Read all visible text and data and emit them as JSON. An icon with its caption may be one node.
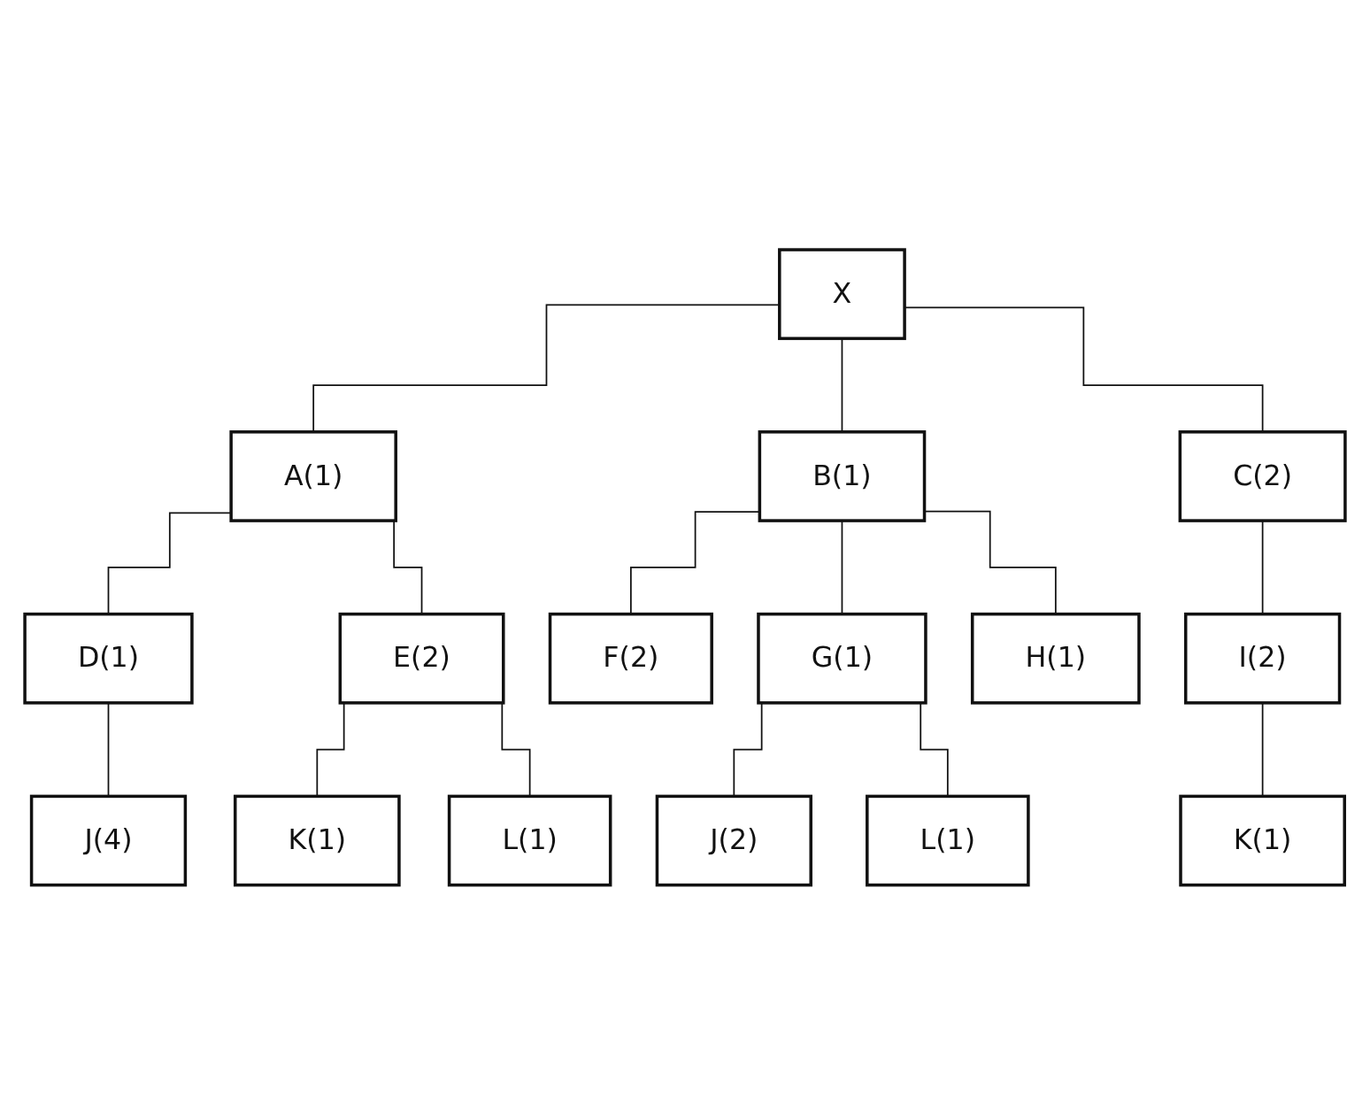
{
  "diagram": {
    "nodes": [
      {
        "text": [
          "X"
        ]
      },
      {
        "text": [
          "A(1)"
        ]
      },
      {
        "text": [
          "B(1)"
        ]
      },
      {
        "text": [
          "C(2)"
        ]
      },
      {
        "text": [
          "D(1)"
        ]
      },
      {
        "text": [
          "E(2)"
        ]
      },
      {
        "text": [
          "F(2)"
        ]
      },
      {
        "text": [
          "G(1)"
        ]
      },
      {
        "text": [
          "H(1)"
        ]
      },
      {
        "text": [
          "I(2)"
        ]
      },
      {
        "text": [
          "J(4)"
        ]
      },
      {
        "text": [
          "K(1)"
        ]
      },
      {
        "text": [
          "L(1)"
        ]
      },
      {
        "text": [
          "J(2)"
        ]
      },
      {
        "text": [
          "L(1)"
        ]
      },
      {
        "text": [
          "K(1)"
        ]
      }
    ],
    "edges": [
      {
        "from": 0,
        "to": 1,
        "arrow": "none"
      },
      {
        "from": 0,
        "to": 2,
        "arrow": "none"
      },
      {
        "from": 0,
        "to": 3,
        "arrow": "none"
      },
      {
        "from": 1,
        "to": 4,
        "arrow": "none"
      },
      {
        "from": 1,
        "to": 5,
        "arrow": "none"
      },
      {
        "from": 2,
        "to": 6,
        "arrow": "none"
      },
      {
        "from": 2,
        "to": 7,
        "arrow": "none"
      },
      {
        "from": 2,
        "to": 8,
        "arrow": "none"
      },
      {
        "from": 3,
        "to": 9,
        "arrow": "none"
      },
      {
        "from": 4,
        "to": 10,
        "arrow": "none"
      },
      {
        "from": 5,
        "to": 11,
        "arrow": "none"
      },
      {
        "from": 5,
        "to": 12,
        "arrow": "none"
      },
      {
        "from": 7,
        "to": 13,
        "arrow": "none"
      },
      {
        "from": 7,
        "to": 14,
        "arrow": "none"
      },
      {
        "from": 9,
        "to": 15,
        "arrow": "none"
      }
    ]
  }
}
